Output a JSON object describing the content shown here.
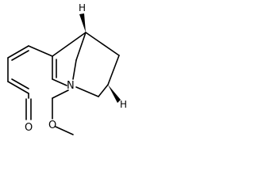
{
  "molecule": {
    "atoms": {
      "nitrogen": "N",
      "oxygen_carbonyl_ring": "O",
      "oxygen_ester": "O",
      "hydrogen_top": "H",
      "hydrogen_right": "H"
    }
  }
}
